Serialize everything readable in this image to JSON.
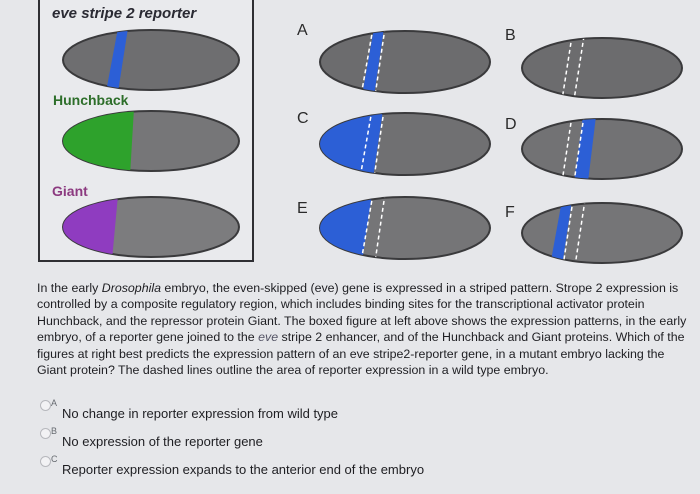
{
  "box": {
    "title": "eve stripe 2 reporter",
    "hunchback_label": "Hunchback",
    "giant_label": "Giant"
  },
  "letters": {
    "a": "A",
    "b": "B",
    "c": "C",
    "d": "D",
    "e": "E",
    "f": "F"
  },
  "question": {
    "s1": "In the early ",
    "drosophila": "Drosophila",
    "s2": " embryo, the even-skipped (eve) gene is expressed in a striped pattern. Strope 2 expression is controlled by a composite regulatory region, which includes binding sites for the transcriptional activator protein Hunchback, and the repressor protein Giant. The boxed figure at left above shows the expression patterns, in the early embryo, of a reporter gene joined to the ",
    "eve": "eve",
    "s3": " stripe 2 enhancer, and of the Hunchback and Giant proteins.  Which of the figures at right best predicts the expression pattern of an eve stripe2-reporter gene, in a mutant embryo lacking the Giant protein? The dashed lines outline the area of reporter expression in a wild type embryo."
  },
  "options": [
    {
      "letter": "A",
      "text": "No change in reporter expression from wild type"
    },
    {
      "letter": "B",
      "text": "No expression of the reporter gene"
    },
    {
      "letter": "C",
      "text": "Reporter expression expands to the anterior end of the embryo"
    }
  ],
  "colors": {
    "embryo": "#6e6e70",
    "reporter_blue": "#2c5fd6",
    "hunchback_green": "#2ea22c",
    "giant_purple": "#8f3cc0",
    "hunchback_label": "#2d6e2a",
    "giant_label": "#8c3a80"
  }
}
